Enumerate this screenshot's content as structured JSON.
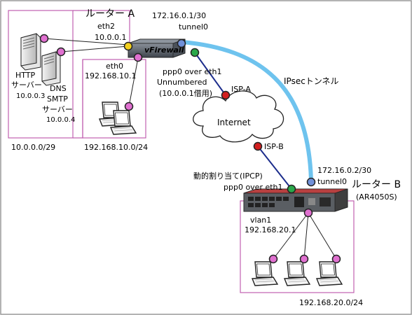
{
  "router_a": {
    "title": "ルーター A",
    "product": "vFirewall",
    "eth2_label": "eth2",
    "eth2_ip": "10.0.0.1",
    "eth0_label": "eth0",
    "eth0_ip": "192.168.10.1",
    "tunnel_ip": "172.16.0.1/30",
    "tunnel_label": "tunnel0",
    "ppp_label": "ppp0 over eth1",
    "ppp_mode": "Unnumbered",
    "ppp_borrow": "(10.0.0.1借用)"
  },
  "dmz": {
    "http_label": "HTTP",
    "http_server": "サーバー",
    "http_ip": "10.0.0.3",
    "dns_label": "DNS",
    "smtp_label": "SMTP",
    "dns_server": "サーバー",
    "dns_ip": "10.0.0.4",
    "network": "10.0.0.0/29"
  },
  "lan_a": {
    "network": "192.168.10.0/24"
  },
  "internet": {
    "label": "Internet",
    "isp_a": "ISP-A",
    "isp_b": "ISP-B",
    "ipsec_label": "IPsecトンネル"
  },
  "router_b": {
    "title": "ルーター B",
    "model": "(AR4050S)",
    "dynamic": "動的割り当て(IPCP)",
    "ppp_label": "ppp0 over eth1",
    "tunnel_ip": "172.16.0.2/30",
    "tunnel_label": "tunnel0",
    "vlan_label": "vlan1",
    "vlan_ip": "192.168.20.1"
  },
  "lan_b": {
    "network": "192.168.20.0/24"
  },
  "colors": {
    "ipsec": "#6ec3ee",
    "isp_line": "#1c2d8c",
    "zone_border": "#c060b0",
    "port_pink": "#e070d0",
    "port_blue": "#7090d8",
    "port_yellow": "#f3d020",
    "port_green": "#2aa84a",
    "port_red": "#d21f1f"
  }
}
